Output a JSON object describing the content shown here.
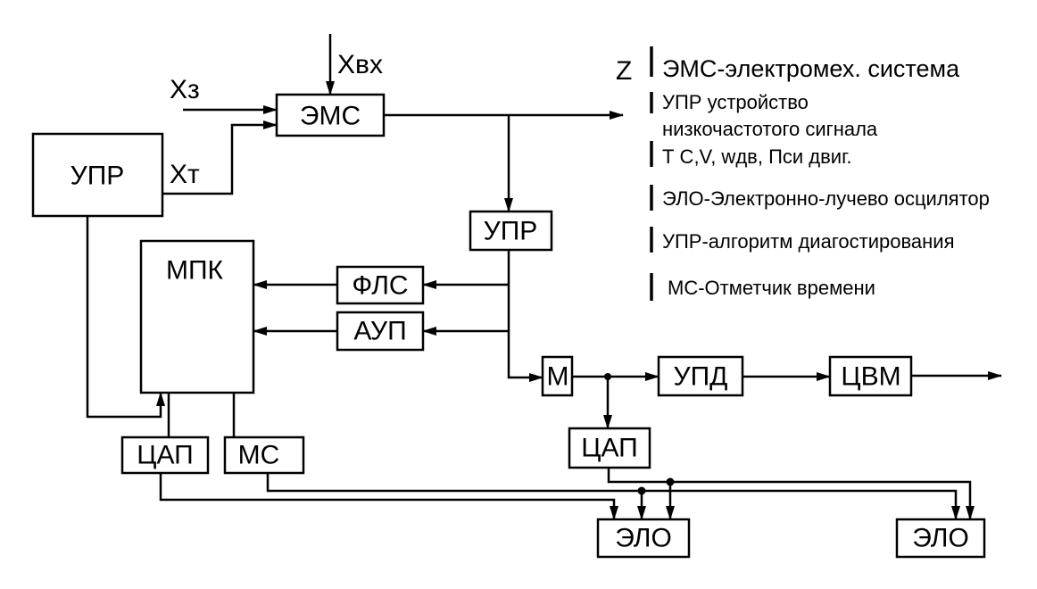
{
  "blocks": {
    "ems": "ЭМС",
    "upr_left": "УПР",
    "upr_mid": "УПР",
    "mpk": "МПК",
    "fls": "ФЛС",
    "aup": "АУП",
    "m": "М",
    "upd": "УПД",
    "cvm": "ЦВМ",
    "cap_left": "ЦАП",
    "ms": "МС",
    "cap_right": "ЦАП",
    "elo_left": "ЭЛО",
    "elo_right": "ЭЛО"
  },
  "signals": {
    "x_vx": "Хвх",
    "x_z": "Хз",
    "x_t": "Хт",
    "z": "Z"
  },
  "legend": [
    "ЭМС-электромех. система",
    "УПР устройство",
    "низкочастотого сигнала",
    "Т С,V, wдв, Пси двиг.",
    "ЭЛО-Электронно-лучево осцилятор",
    "УПР-алгоритм диагостирования",
    "МС-Отметчик времени"
  ]
}
